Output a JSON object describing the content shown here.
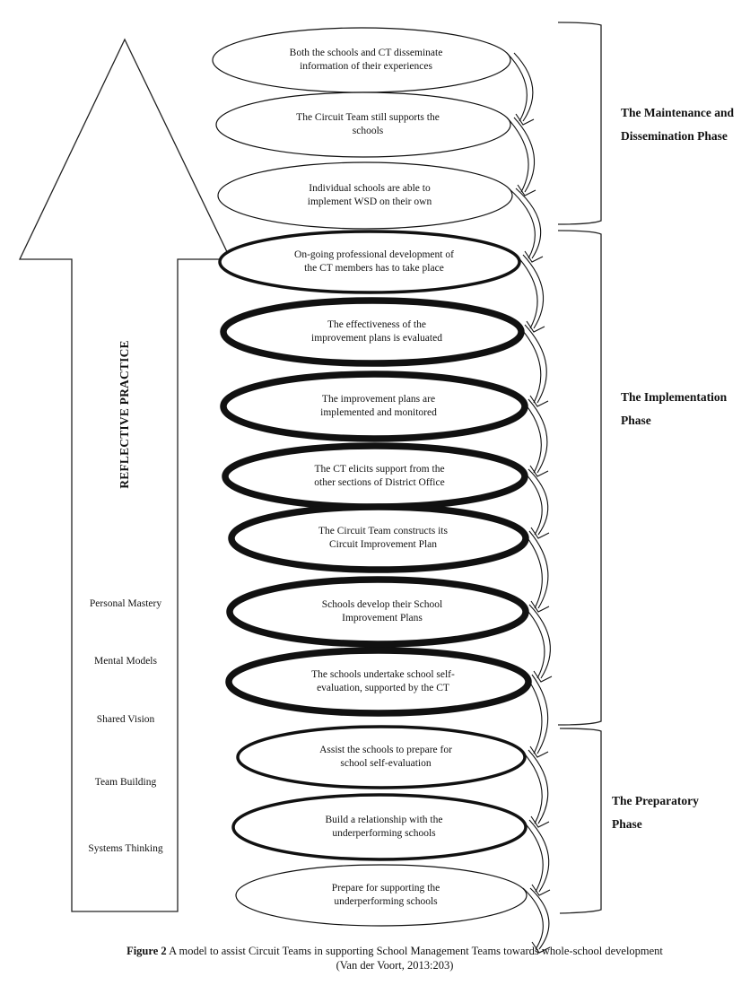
{
  "figure": {
    "steps": [
      {
        "line1": "Both the schools and CT disseminate",
        "line2": "information of their experiences",
        "emphasis": "thin"
      },
      {
        "line1": "The Circuit Team still supports the",
        "line2": "schools",
        "emphasis": "thin"
      },
      {
        "line1": "Individual schools are able to",
        "line2": "implement WSD on their own",
        "emphasis": "thin"
      },
      {
        "line1": "On-going professional development of",
        "line2": "the CT members has to take place",
        "emphasis": "medium"
      },
      {
        "line1": "The effectiveness of the",
        "line2": "improvement plans is evaluated",
        "emphasis": "thick"
      },
      {
        "line1": "The improvement plans are",
        "line2": "implemented and monitored",
        "emphasis": "thick"
      },
      {
        "line1": "The CT elicits support from the",
        "line2": "other sections of District Office",
        "emphasis": "thick"
      },
      {
        "line1": "The Circuit Team constructs its",
        "line2": "Circuit Improvement Plan",
        "emphasis": "thick"
      },
      {
        "line1": "Schools develop their School",
        "line2": "Improvement Plans",
        "emphasis": "thick"
      },
      {
        "line1": "The schools undertake school self-",
        "line2": "evaluation, supported by the CT",
        "emphasis": "thick"
      },
      {
        "line1": "Assist the schools to prepare for",
        "line2": "school self-evaluation",
        "emphasis": "medium"
      },
      {
        "line1": "Build a relationship with the",
        "line2": "underperforming schools",
        "emphasis": "medium"
      },
      {
        "line1": "Prepare for supporting the",
        "line2": "underperforming schools",
        "emphasis": "thin"
      }
    ],
    "phases": [
      {
        "line1": "The Maintenance and",
        "line2": "Dissemination Phase"
      },
      {
        "line1": "The Implementation",
        "line2": "Phase"
      },
      {
        "line1": "The Preparatory",
        "line2": "Phase"
      }
    ],
    "arrow_label": "REFLECTIVE PRACTICE",
    "disciplines": [
      "Personal Mastery",
      "Mental Models",
      "Shared Vision",
      "Team Building",
      "Systems Thinking"
    ]
  },
  "caption": {
    "label": "Figure 2",
    "text": " A model to assist Circuit Teams in supporting School Management Teams towards whole-school development",
    "source": "(Van der Voort, 2013:203)"
  }
}
